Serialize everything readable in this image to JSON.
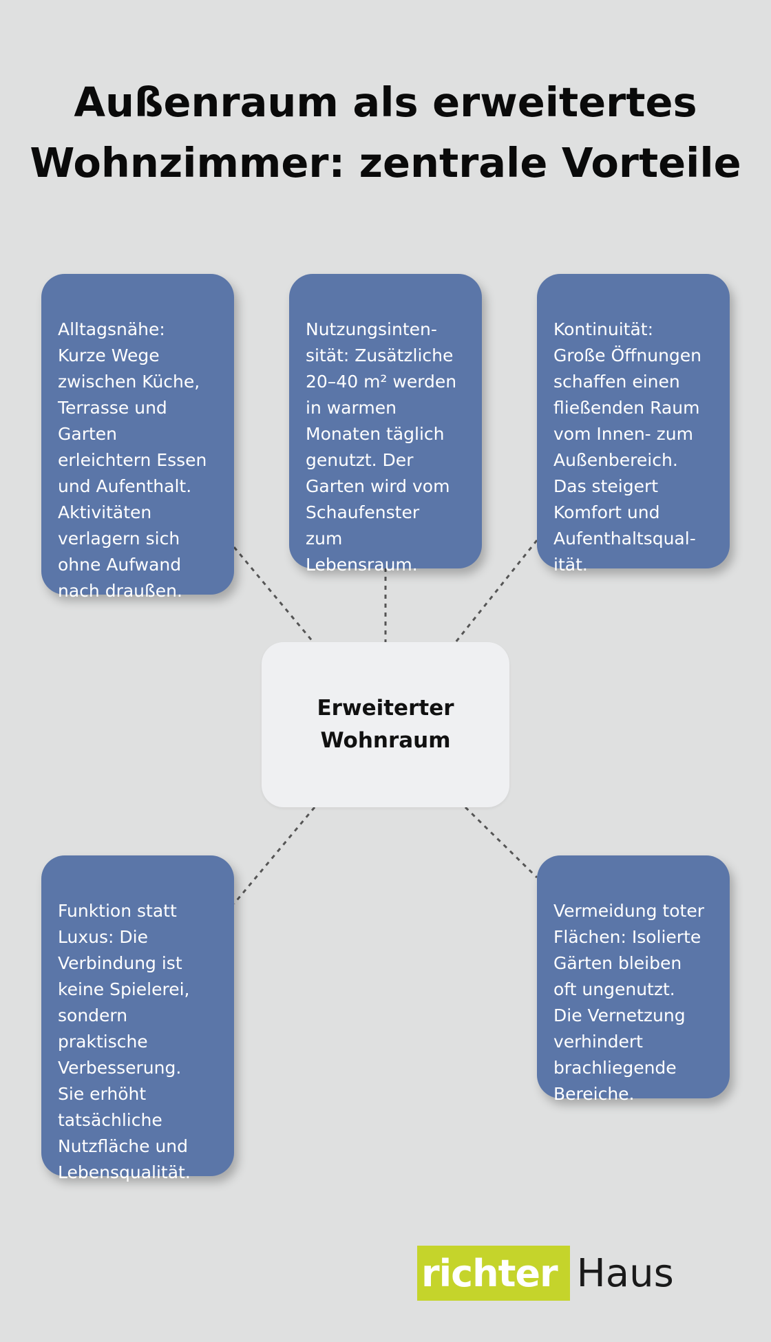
{
  "title": {
    "line1": "Außenraum als erweitertes",
    "line2": "Wohnzimmer: zentrale Vorteile"
  },
  "center": {
    "label": "Erweiterter\nWohnraum"
  },
  "cards": [
    {
      "id": "alltagsnaehe",
      "text": "Alltagsnähe:\nKurze Wege\nzwischen Küche,\nTerrasse und\nGarten\nerleichtern Essen\nund Aufenthalt.\nAktivitäten\nverlagern sich\nohne Aufwand\nnach draußen."
    },
    {
      "id": "nutzungsintensitaet",
      "text": "Nutzungsinten-\nsität: Zusätzliche\n20–40 m² werden\nin warmen\nMonaten täglich\ngenutzt. Der\nGarten wird vom\nSchaufenster\nzum\nLebensraum."
    },
    {
      "id": "kontinuitaet",
      "text": "Kontinuität:\nGroße Öffnungen\nschaffen einen\nfließenden Raum\nvom Innen- zum\nAußenbereich.\nDas steigert\nKomfort und\nAufenthaltsqual-\nität."
    },
    {
      "id": "funktion",
      "text": "Funktion statt\nLuxus: Die\nVerbindung ist\nkeine Spielerei,\nsondern\npraktische\nVerbesserung.\nSie erhöht\ntatsächliche\nNutzfläche und\nLebensqualität."
    },
    {
      "id": "vermeidung",
      "text": "Vermeidung toter\nFlächen: Isolierte\nGärten bleiben\noft ungenutzt.\nDie Vernetzung\nverhindert\nbrachliegende\nBereiche."
    }
  ],
  "logo": {
    "brand": "richter",
    "suffix": "Haus"
  },
  "colors": {
    "background": "#dfe0e0",
    "card": "#5b76a8",
    "center": "#eff0f2",
    "logo_accent": "#c5d42b"
  }
}
